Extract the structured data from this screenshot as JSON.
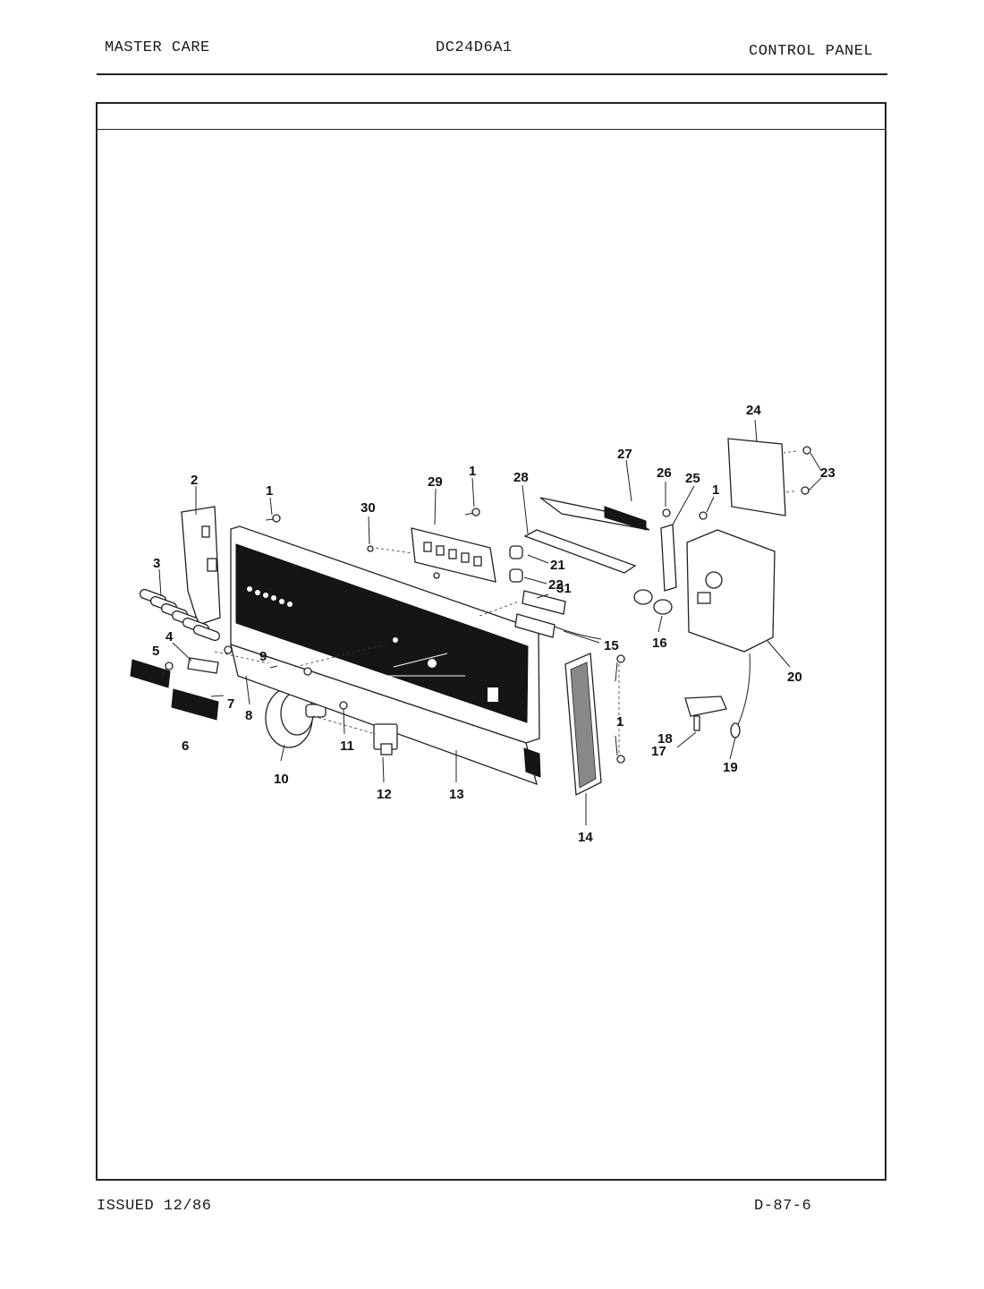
{
  "header": {
    "left": "MASTER CARE",
    "center": "DC24D6A1",
    "right": "CONTROL PANEL"
  },
  "footer": {
    "left": "ISSUED 12/86",
    "right": "D-87-6"
  },
  "callouts": {
    "c1": "1",
    "c2": "2",
    "c3": "3",
    "c4": "4",
    "c5": "5",
    "c6": "6",
    "c7": "7",
    "c8": "8",
    "c9": "9",
    "c10": "10",
    "c11": "11",
    "c12": "12",
    "c13": "13",
    "c14": "14",
    "c15": "15",
    "c16": "16",
    "c17": "17",
    "c18": "18",
    "c19": "19",
    "c20": "20",
    "c21": "21",
    "c22": "22",
    "c23": "23",
    "c24": "24",
    "c25": "25",
    "c26": "26",
    "c27": "27",
    "c28": "28",
    "c29": "29",
    "c30": "30",
    "c31": "31"
  }
}
